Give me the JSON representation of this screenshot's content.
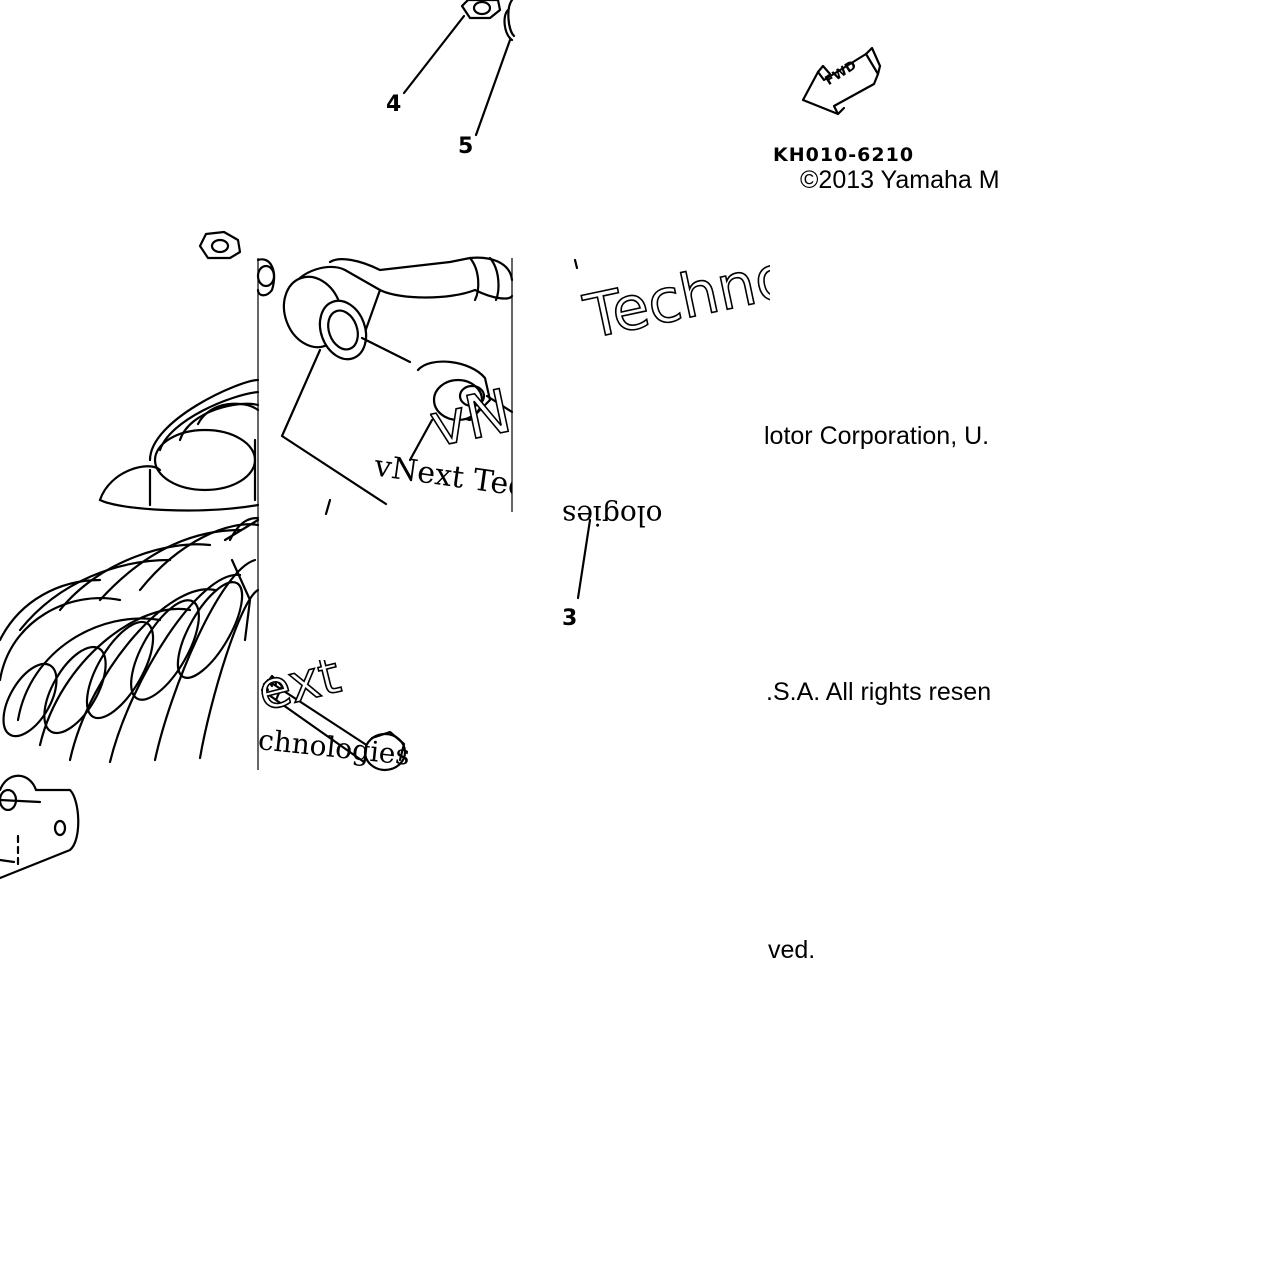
{
  "callouts": {
    "c3": "3",
    "c4": "4",
    "c5": "5"
  },
  "fwd_label": "FWD",
  "diagram_code": "KH010-6210",
  "copyright": {
    "line1": "©2013 Yamaha M",
    "line2": "lotor Corporation, U.",
    "line3": ".S.A. All rights resen",
    "line4": "ved."
  },
  "watermark": {
    "a": "Techno",
    "b": "vNext Tec",
    "c": "ologies",
    "d": "vNe",
    "e": "ext",
    "f": "chnologies"
  },
  "colors": {
    "line": "#000000",
    "paper": "#ffffff"
  }
}
